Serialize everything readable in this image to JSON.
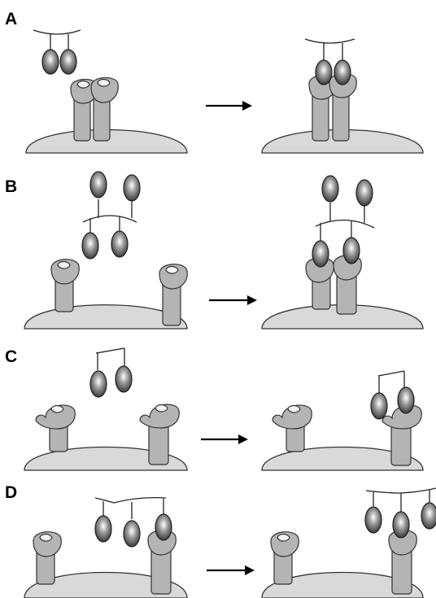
{
  "figure": {
    "panels": [
      {
        "label": "A"
      },
      {
        "label": "B"
      },
      {
        "label": "C"
      },
      {
        "label": "D"
      }
    ],
    "colors": {
      "cell": "#d9d9d9",
      "receptor": "#b4b4b4",
      "outline": "#333333",
      "ligand_light": "#ffffff",
      "ligand_dark": "#3a3a3a",
      "arrow": "#000000"
    },
    "icons": [
      "cell-membrane-icon",
      "receptor-icon",
      "ligand-icon",
      "reaction-arrow-icon"
    ]
  }
}
